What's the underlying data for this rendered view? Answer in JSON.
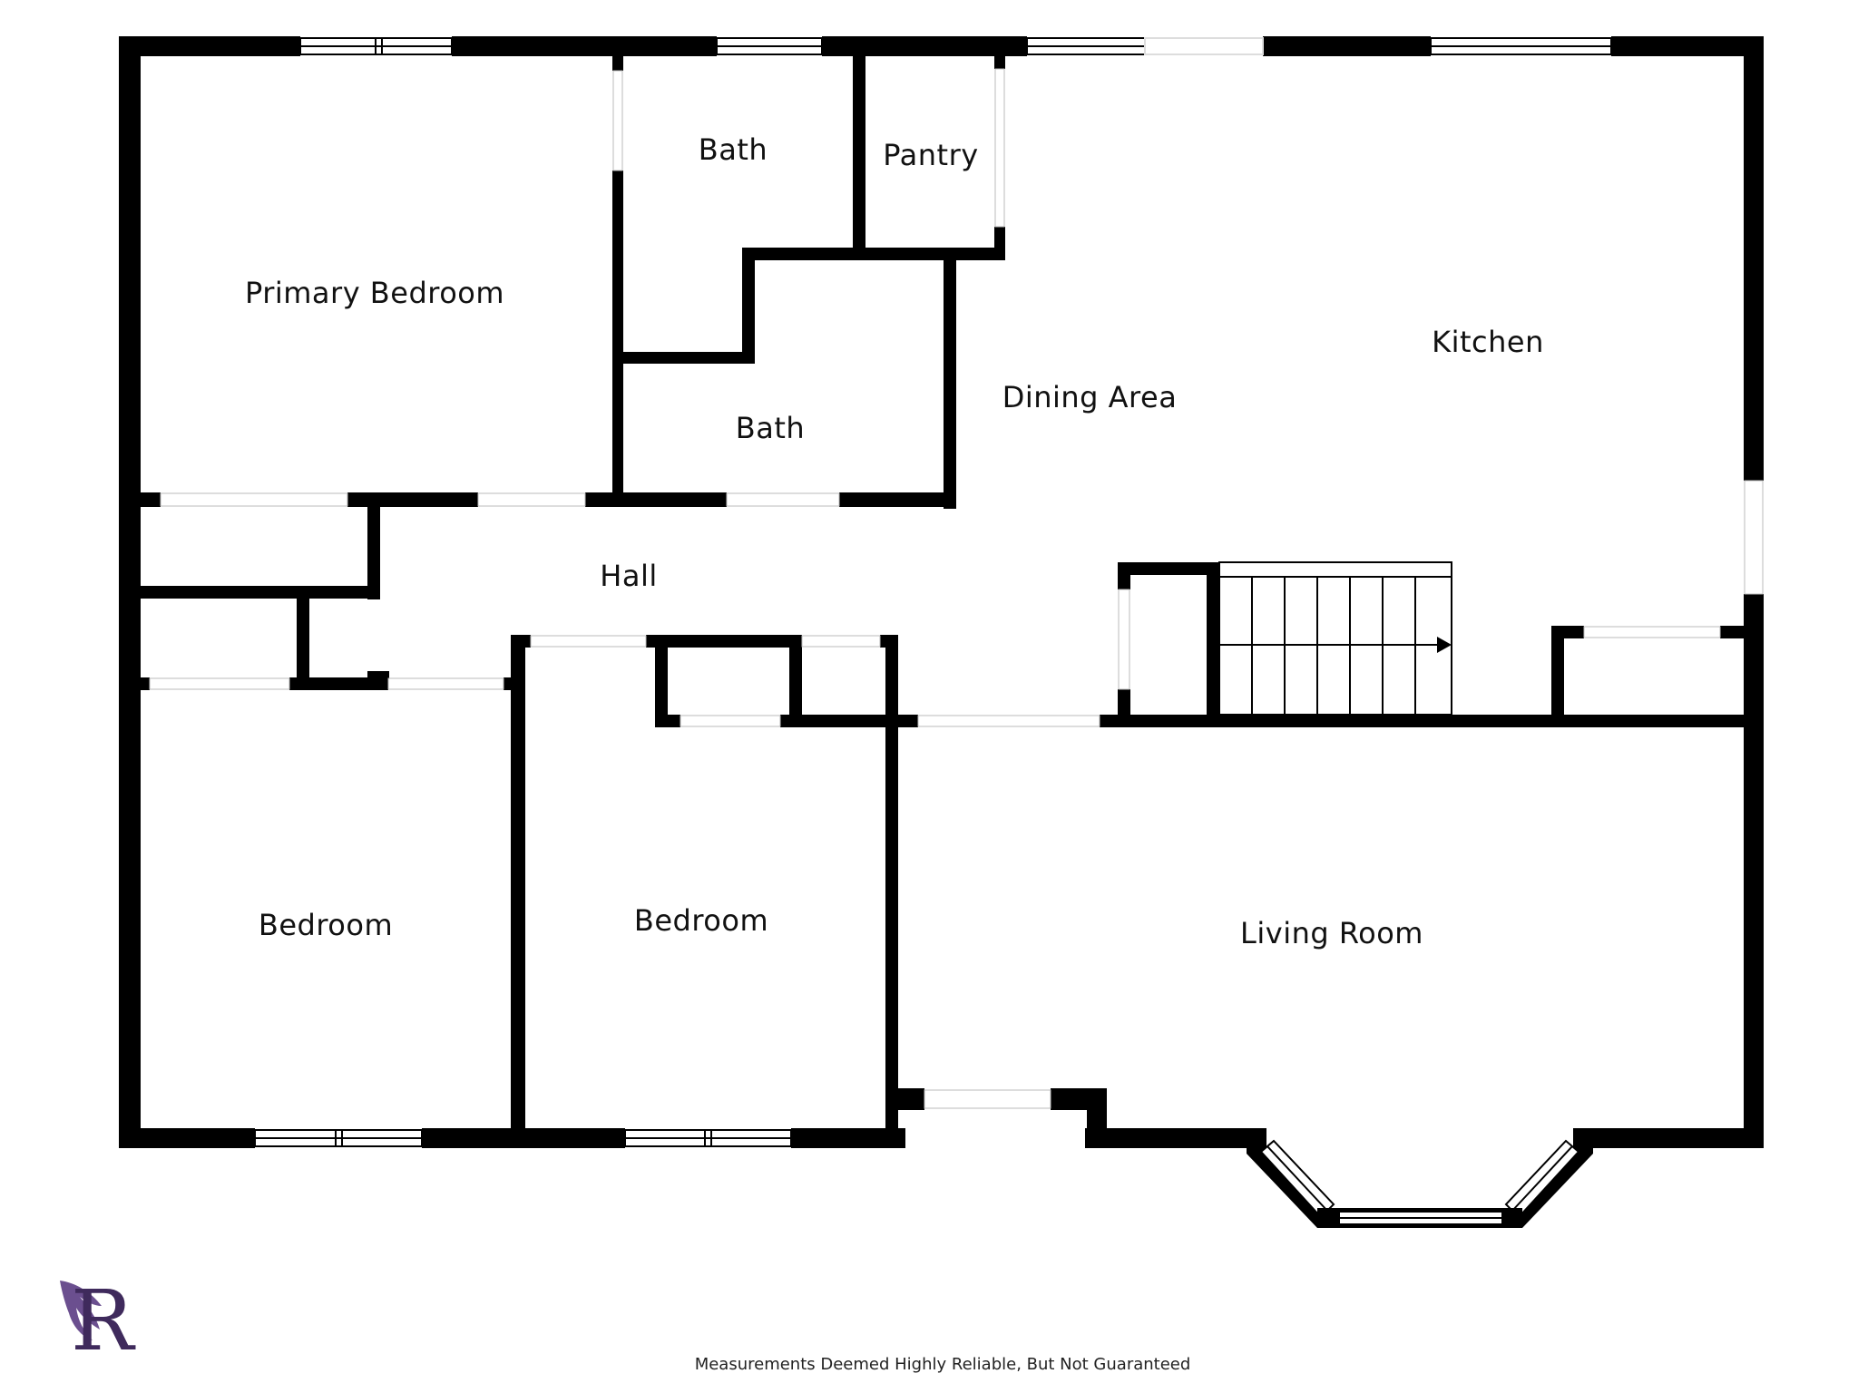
{
  "rooms": {
    "primary_bedroom": "Primary Bedroom",
    "bath_upper": "Bath",
    "pantry": "Pantry",
    "kitchen": "Kitchen",
    "dining_area": "Dining Area",
    "bath_lower": "Bath",
    "hall": "Hall",
    "bedroom_left": "Bedroom",
    "bedroom_middle": "Bedroom",
    "living_room": "Living Room"
  },
  "logo": {
    "letter": "R",
    "color": "#3f2a5c"
  },
  "disclaimer": "Measurements Deemed Highly Reliable, But Not Guaranteed",
  "colors": {
    "wall": "#000000",
    "background": "#ffffff"
  }
}
